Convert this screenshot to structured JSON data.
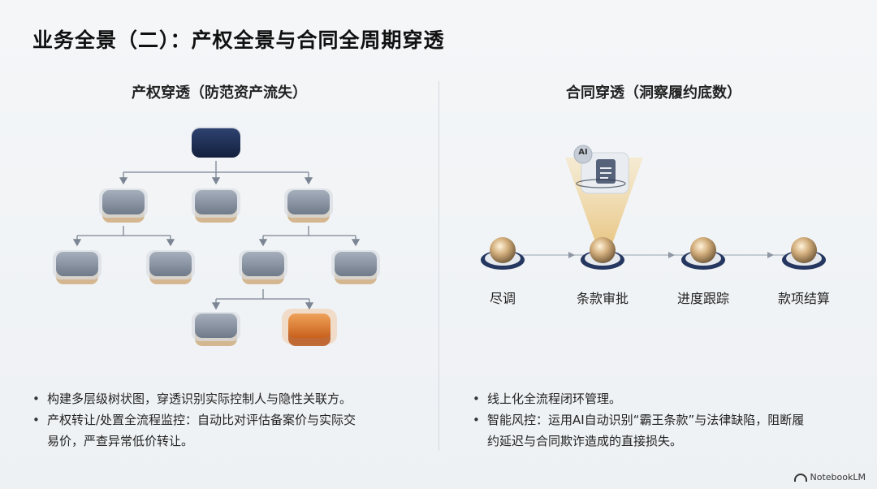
{
  "title": "业务全景（二）：产权全景与合同全周期穿透",
  "left": {
    "heading": "产权穿透（防范资产流失）",
    "bullets": [
      "构建多层级树状图，穿透识别实际控制人与隐性关联方。",
      "产权转让/处置全流程监控：自动比对评估备案价与实际交",
      "易价，严查异常低价转让。"
    ]
  },
  "right": {
    "heading": "合同穿透（洞察履约底数）",
    "ai_badge": "AI",
    "steps": [
      "尽调",
      "条款审批",
      "进度跟踪",
      "款项结算"
    ],
    "bullets": [
      "线上化全流程闭环管理。",
      "智能风控：运用AI自动识别“霸王条款”与法律缺陷，阻断履",
      "约延迟与合同欺诈造成的直接损失。"
    ]
  },
  "brand": "NotebookLM",
  "colors": {
    "root_node": "#1e2f55",
    "node": "#8d97a6",
    "highlight_node": "#d9772e",
    "connector": "#7b8594",
    "sphere": "#c9a677",
    "ring": "#243760"
  }
}
